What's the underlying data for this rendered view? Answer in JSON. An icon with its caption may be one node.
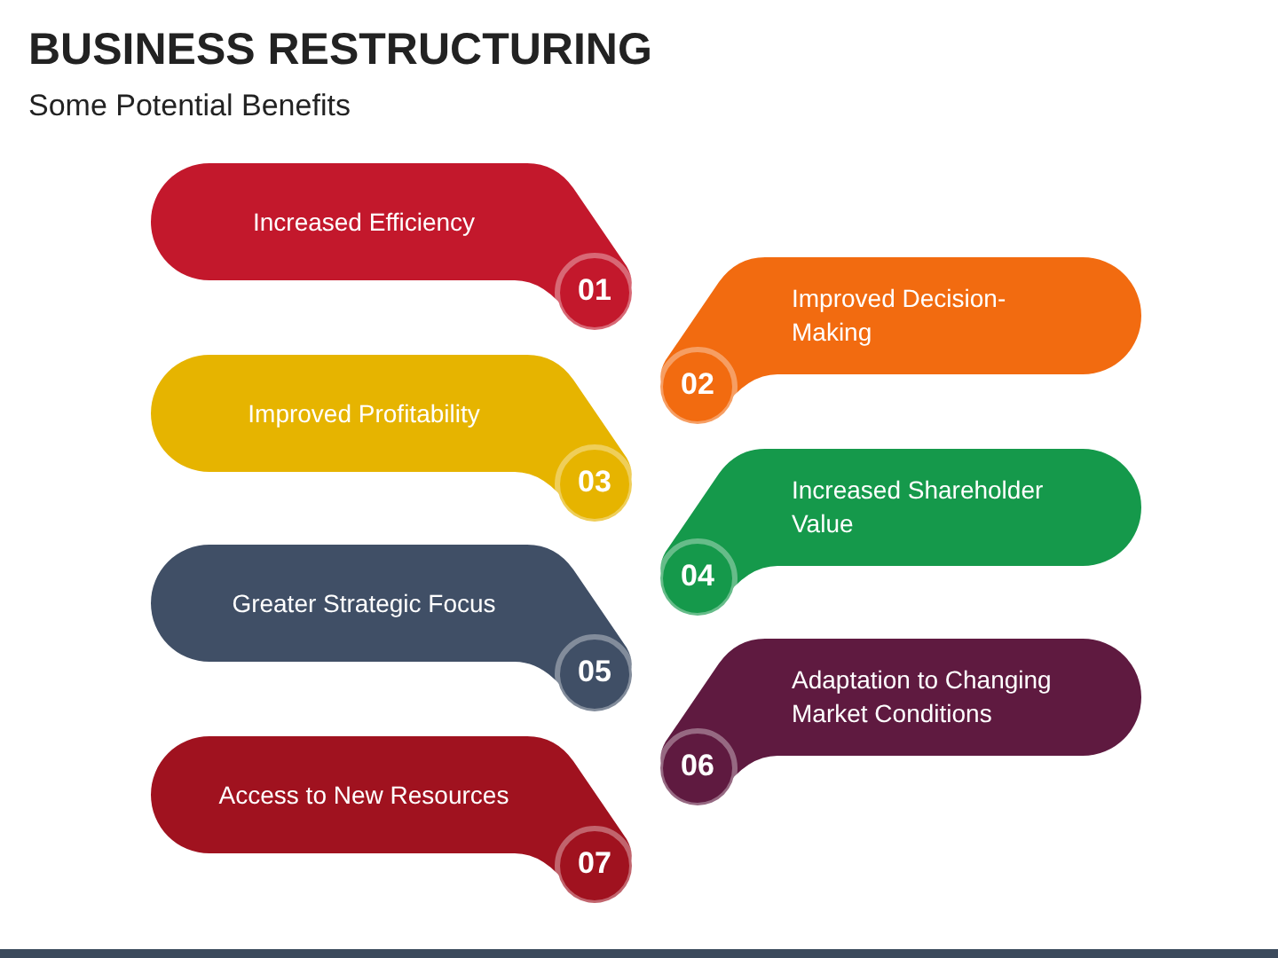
{
  "diagram": {
    "title": "BUSINESS RESTRUCTURING",
    "labels": [
      "Some Potential Benefits"
    ],
    "nodes": [
      {
        "text": [
          "Increased Efficiency",
          "01"
        ]
      },
      {
        "text": [
          "Improved Decision-Making",
          "02"
        ]
      },
      {
        "text": [
          "Improved Profitability",
          "03"
        ]
      },
      {
        "text": [
          "Increased Shareholder Value",
          "04"
        ]
      },
      {
        "text": [
          "Greater Strategic Focus",
          "05"
        ]
      },
      {
        "text": [
          "Adaptation to Changing Market Conditions",
          "06"
        ]
      },
      {
        "text": [
          "Access to New Resources",
          "07"
        ]
      }
    ]
  }
}
